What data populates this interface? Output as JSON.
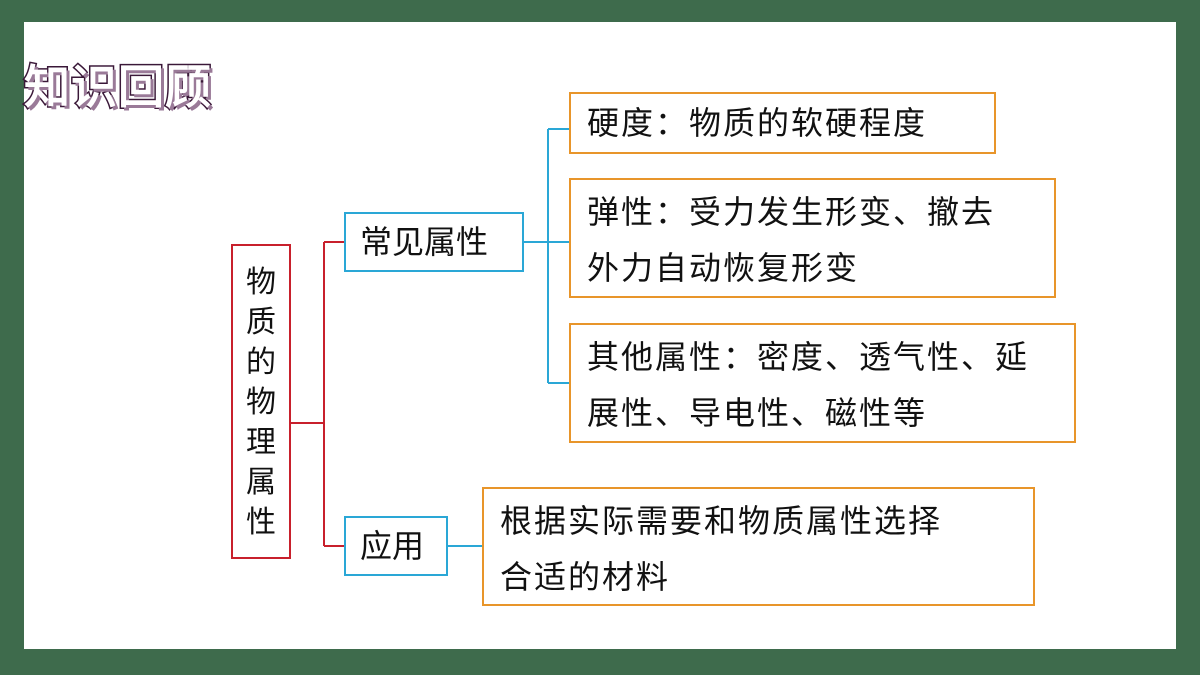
{
  "slide": {
    "title": "知识回顾"
  },
  "diagram": {
    "root": {
      "label_chars": [
        "物",
        "质",
        "的",
        "物",
        "理",
        "属",
        "性"
      ]
    },
    "categories": [
      {
        "label": "常见属性",
        "leaves": [
          {
            "lines": [
              "硬度：物质的软硬程度"
            ]
          },
          {
            "lines": [
              "弹性：受力发生形变、撤去",
              "外力自动恢复形变"
            ]
          },
          {
            "lines": [
              "其他属性：密度、透气性、延",
              "展性、导电性、磁性等"
            ]
          }
        ]
      },
      {
        "label": "应用",
        "leaves": [
          {
            "lines": [
              "根据实际需要和物质属性选择",
              "合适的材料"
            ]
          }
        ]
      }
    ],
    "colors": {
      "root_border": "#c8202c",
      "category_border": "#2aa7d6",
      "leaf_border": "#e8952a",
      "background_frame": "#3e6b4c"
    }
  }
}
